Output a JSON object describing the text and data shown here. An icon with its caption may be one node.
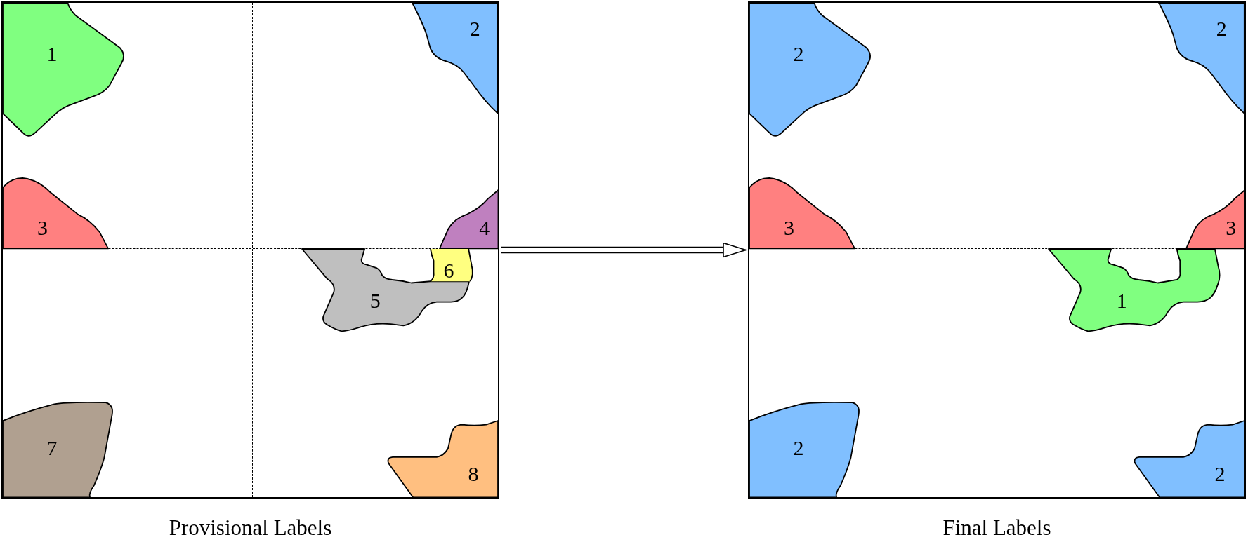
{
  "diagram": {
    "nodes": [
      {
        "text": [
          "Provisional Labels"
        ]
      },
      {
        "text": [
          "1"
        ],
        "in": 0
      },
      {
        "text": [
          "2"
        ],
        "in": 0
      },
      {
        "text": [
          "3"
        ],
        "in": 0
      },
      {
        "text": [
          "4"
        ],
        "in": 0
      },
      {
        "text": [
          "5"
        ],
        "in": 0
      },
      {
        "text": [
          "6"
        ],
        "in": 0
      },
      {
        "text": [
          "7"
        ],
        "in": 0
      },
      {
        "text": [
          "8"
        ],
        "in": 0
      },
      {
        "text": [
          "Final Labels"
        ]
      },
      {
        "text": [
          "2"
        ],
        "in": 9
      },
      {
        "text": [
          "2"
        ],
        "in": 9
      },
      {
        "text": [
          "3"
        ],
        "in": 9
      },
      {
        "text": [
          "3"
        ],
        "in": 9
      },
      {
        "text": [
          "1"
        ],
        "in": 9
      },
      {
        "text": [
          "2"
        ],
        "in": 9
      },
      {
        "text": [
          "2"
        ],
        "in": 9
      }
    ],
    "edges": [
      {
        "from": 0,
        "to": 9,
        "arrow": "to"
      }
    ]
  }
}
